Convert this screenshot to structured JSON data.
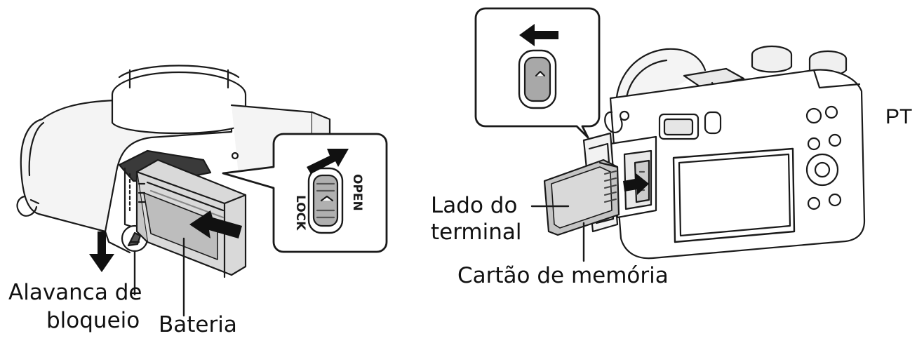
{
  "language_tag": "PT",
  "left_figure": {
    "callout": {
      "open_text": "OPEN",
      "lock_text": "LOCK"
    },
    "labels": {
      "lever_line1": "Alavanca de",
      "lever_line2": "bloqueio",
      "battery": "Bateria"
    }
  },
  "right_figure": {
    "labels": {
      "terminal_line1": "Lado do",
      "terminal_line2": "terminal",
      "memory_card": "Cartão de memória"
    }
  },
  "colors": {
    "line": "#1a1a1a",
    "fill_light": "#f2f2f2",
    "fill_gray": "#d4d4d4",
    "fill_dark": "#7a7a7a",
    "arrow": "#111111"
  },
  "icons": [
    "arrow-right-icon",
    "arrow-left-icon",
    "arrow-down-icon",
    "arrow-insert-icon"
  ]
}
